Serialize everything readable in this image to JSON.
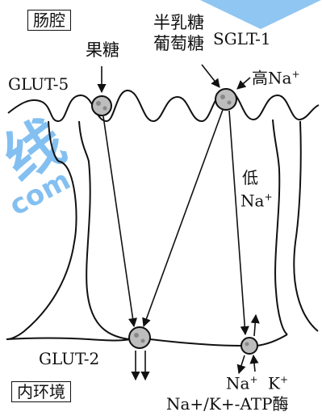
{
  "labels": {
    "lumen": "肠腔",
    "internal_env": "内环境",
    "fructose": "果糖",
    "galactose_glucose_1": "半乳糖",
    "galactose_glucose_2": "葡萄糖",
    "sglt1": "SGLT-1",
    "glut5": "GLUT-5",
    "glut2": "GLUT-2",
    "high_na": "高Na",
    "low_1": "低",
    "low_2": "Na",
    "na_plus": "Na",
    "k_plus": "K",
    "plus": "+",
    "atpase": "Na+/K+-ATP酶"
  },
  "watermark": {
    "text_1": "线",
    "text_2": "com",
    "color": "#1f8ee6"
  },
  "colors": {
    "line": "#111111",
    "transporter_fill": "#bdbdbd"
  }
}
